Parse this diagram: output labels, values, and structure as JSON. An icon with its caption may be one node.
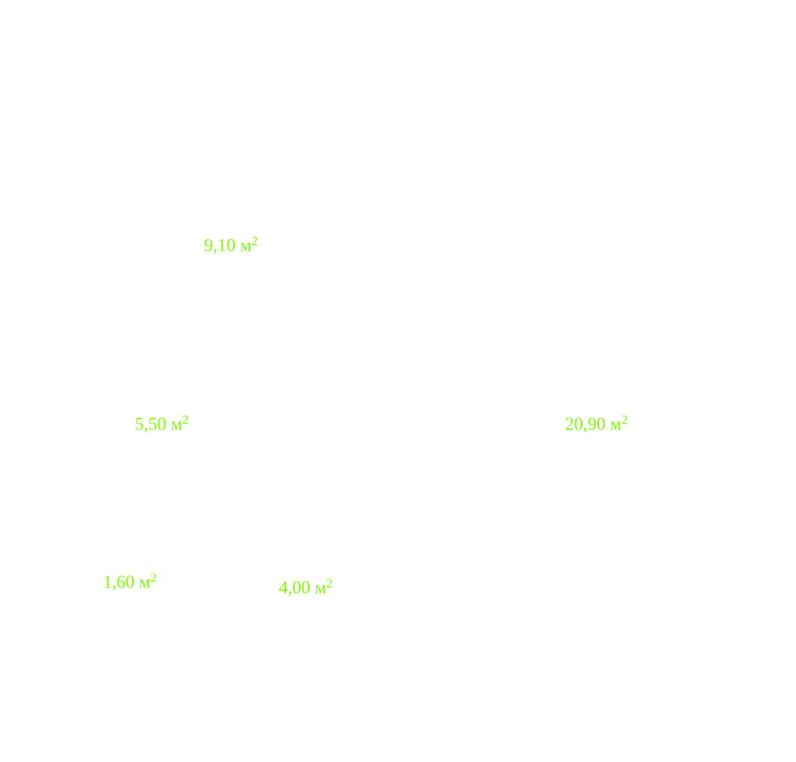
{
  "diagram": {
    "labels": [
      "9,10 м$^{2}$",
      "5,50 м$^{2}$",
      "20,90 м$^{2}$",
      "1,60 м$^{2}$",
      "4,00 м$^{2}$"
    ]
  }
}
